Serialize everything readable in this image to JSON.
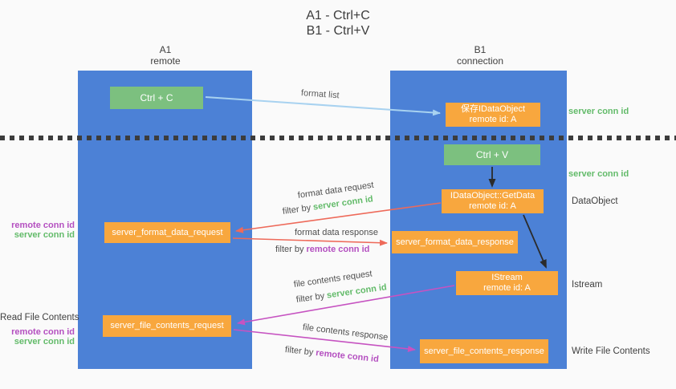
{
  "colors": {
    "column_blue": "#4c81d6",
    "box_green": "#7cc07f",
    "box_orange": "#f8a73e",
    "arrow_blue": "#a8d2f0",
    "arrow_red": "#ee6a5a",
    "arrow_magenta": "#c653c1",
    "arrow_black": "#2b2b2b",
    "label_purple": "#b44fc0",
    "label_green": "#63bb6a"
  },
  "title": {
    "line1": "A1 - Ctrl+C",
    "line2": "B1 - Ctrl+V"
  },
  "lifelines": {
    "a": {
      "name": "A1",
      "role": "remote"
    },
    "b": {
      "name": "B1",
      "role": "connection"
    }
  },
  "nodes": {
    "ctrl_c": {
      "label": "Ctrl + C"
    },
    "ctrl_v": {
      "label": "Ctrl + V"
    },
    "save_dataobject": {
      "line1": "保存IDataObject",
      "line2": "remote id: A"
    },
    "getdata": {
      "line1": "IDataObject::GetData",
      "line2": "remote id: A"
    },
    "istream": {
      "line1": "IStream",
      "line2": "remote id: A"
    },
    "format_request": {
      "label": "server_format_data_request"
    },
    "format_response": {
      "label": "server_format_data_response"
    },
    "file_request": {
      "label": "server_file_contents_request"
    },
    "file_response": {
      "label": "server_file_contents_response"
    }
  },
  "arrow_labels": {
    "format_list": "format list",
    "format_data_request": "format data request",
    "format_data_response": "format data response",
    "file_contents_request": "file contents request",
    "file_contents_response": "file contents response",
    "filter_by": "filter by ",
    "server_conn_id": "server conn id",
    "remote_conn_id": "remote conn id"
  },
  "side_labels": {
    "right_server_conn_id_1": "server conn id",
    "right_server_conn_id_2": "server conn id",
    "dataobject": "DataObject",
    "istream": "Istream",
    "write_file_contents": "Write File Contents",
    "read_file_contents": "Read File Contents",
    "left_remote_conn_id_1": "remote conn id",
    "left_server_conn_id_1": "server conn id",
    "left_remote_conn_id_2": "remote conn id",
    "left_server_conn_id_2": "server conn id"
  }
}
